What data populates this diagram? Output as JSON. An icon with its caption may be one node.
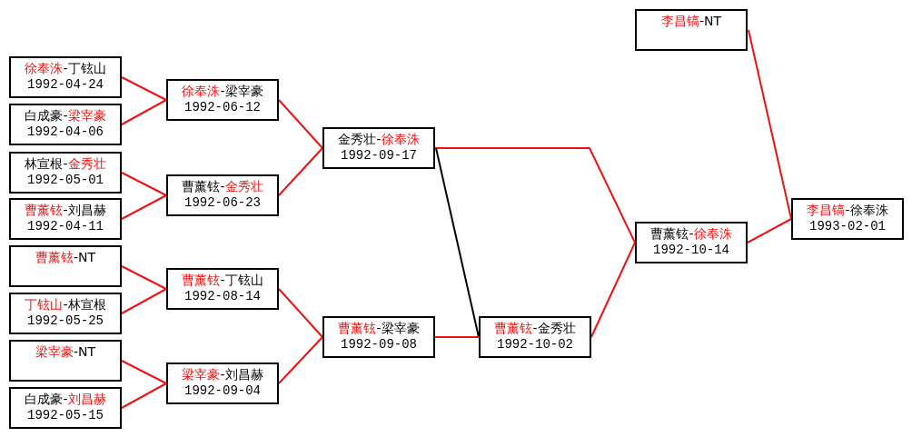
{
  "diagram": {
    "nodes": [
      {
        "text": [
          "徐奉洙-丁铉山",
          "1992-04-24"
        ]
      },
      {
        "text": [
          "白成豪-梁宰豪",
          "1992-04-06"
        ]
      },
      {
        "text": [
          "林宣根-金秀壮",
          "1992-05-01"
        ]
      },
      {
        "text": [
          "曹薰铉-刘昌赫",
          "1992-04-11"
        ]
      },
      {
        "text": [
          "曹薰铉-NT"
        ]
      },
      {
        "text": [
          "丁铉山-林宣根",
          "1992-05-25"
        ]
      },
      {
        "text": [
          "梁宰豪-NT"
        ]
      },
      {
        "text": [
          "白成豪-刘昌赫",
          "1992-05-15"
        ]
      },
      {
        "text": [
          "徐奉洙-梁宰豪",
          "1992-06-12"
        ]
      },
      {
        "text": [
          "曹薰铉-金秀壮",
          "1992-06-23"
        ]
      },
      {
        "text": [
          "曹薰铉-丁铉山",
          "1992-08-14"
        ]
      },
      {
        "text": [
          "梁宰豪-刘昌赫",
          "1992-09-04"
        ]
      },
      {
        "text": [
          "金秀壮-徐奉洙",
          "1992-09-17"
        ]
      },
      {
        "text": [
          "曹薰铉-梁宰豪",
          "1992-09-08"
        ]
      },
      {
        "text": [
          "曹薰铉-金秀壮",
          "1992-10-02"
        ]
      },
      {
        "text": [
          "李昌镐-NT"
        ]
      },
      {
        "text": [
          "曹薰铉-徐奉洙",
          "1992-10-14"
        ]
      },
      {
        "text": [
          "李昌镐-徐奉洙",
          "1993-02-01"
        ]
      }
    ],
    "edges": [
      {
        "from": 0,
        "to": 8,
        "arrow": "none"
      },
      {
        "from": 1,
        "to": 8,
        "arrow": "none"
      },
      {
        "from": 2,
        "to": 9,
        "arrow": "none"
      },
      {
        "from": 3,
        "to": 9,
        "arrow": "none"
      },
      {
        "from": 4,
        "to": 10,
        "arrow": "none"
      },
      {
        "from": 5,
        "to": 10,
        "arrow": "none"
      },
      {
        "from": 6,
        "to": 11,
        "arrow": "none"
      },
      {
        "from": 7,
        "to": 11,
        "arrow": "none"
      },
      {
        "from": 8,
        "to": 12,
        "arrow": "none"
      },
      {
        "from": 9,
        "to": 12,
        "arrow": "none"
      },
      {
        "from": 10,
        "to": 13,
        "arrow": "none"
      },
      {
        "from": 11,
        "to": 13,
        "arrow": "none"
      },
      {
        "from": 12,
        "to": 16,
        "arrow": "none"
      },
      {
        "from": 12,
        "to": 14,
        "arrow": "none",
        "color": "#000000"
      },
      {
        "from": 13,
        "to": 14,
        "arrow": "none"
      },
      {
        "from": 14,
        "to": 16,
        "arrow": "none"
      },
      {
        "from": 15,
        "to": 17,
        "arrow": "none"
      },
      {
        "from": 16,
        "to": 17,
        "arrow": "none"
      }
    ]
  }
}
